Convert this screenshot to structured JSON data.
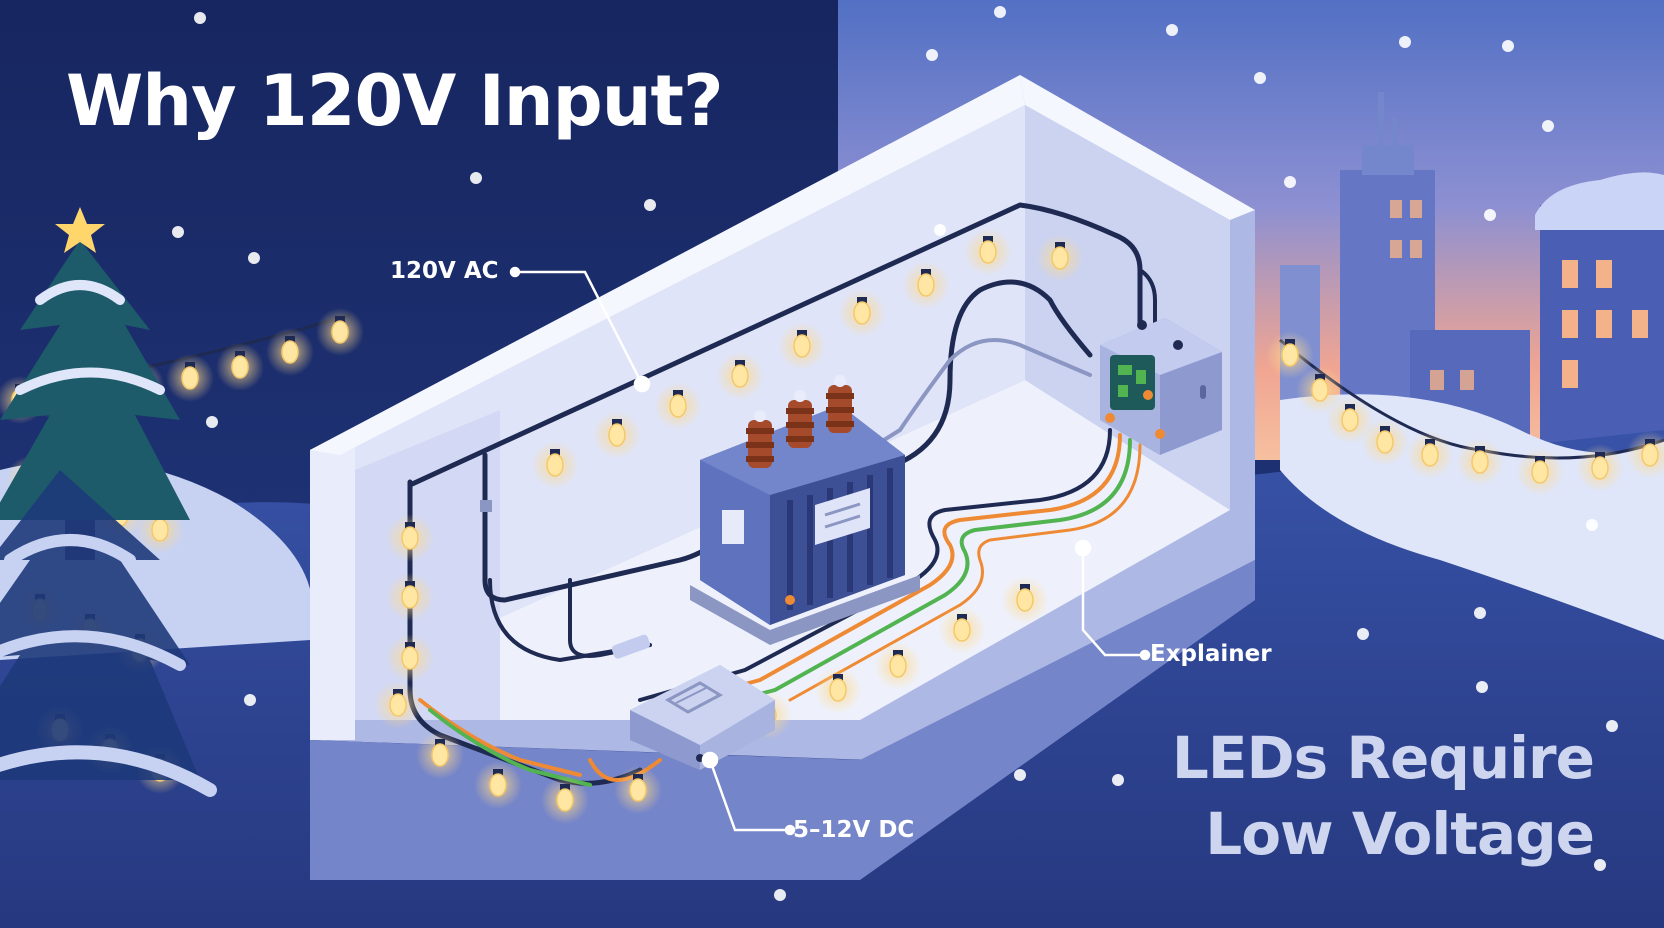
{
  "title": "Why 120V Input?",
  "labels": {
    "ac": "120V AC",
    "explainer": "Explainer",
    "dc": "5–12V DC"
  },
  "subheading": {
    "line1": "LEDs Require",
    "line2": "Low Voltage"
  },
  "colors": {
    "night_sky": "#1b2d6b",
    "dusk_top": "#5875c8",
    "dusk_bottom": "#f0a592",
    "bulb_glow": "#ffe7a3",
    "wire_dark": "#1f2a52",
    "wire_orange": "#ef8a34",
    "wire_green": "#52b451",
    "enclosure": "#c9d1f1",
    "snow": "#dfe6fa"
  },
  "icons": [
    "christmas-tree-icon",
    "star-icon",
    "transformer-icon",
    "control-box-icon",
    "driver-module-icon",
    "string-light-bulb-icon",
    "snowflake-icon"
  ]
}
